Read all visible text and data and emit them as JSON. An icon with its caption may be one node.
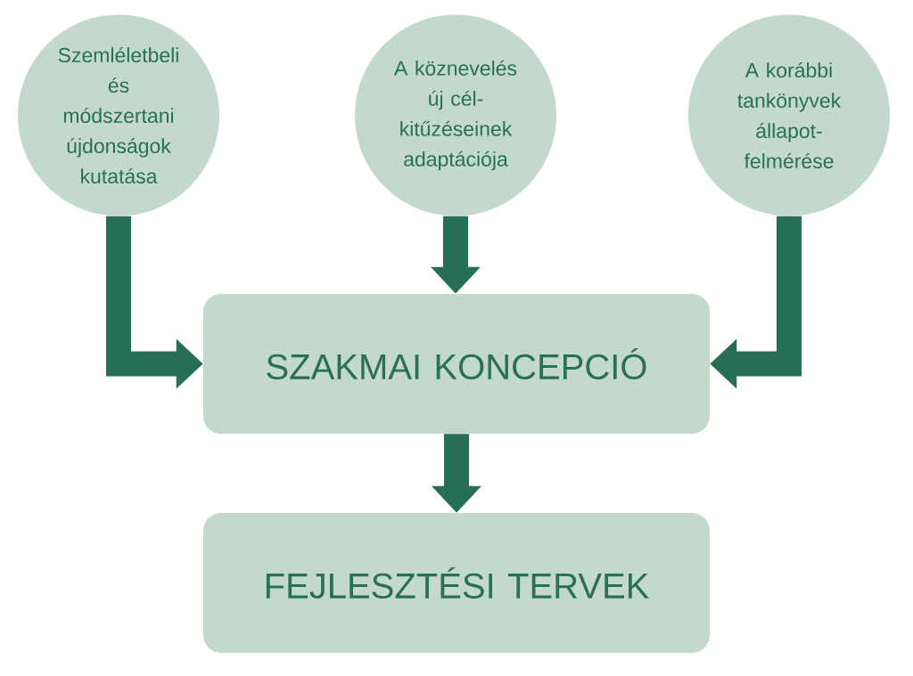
{
  "diagram": {
    "nodes": [
      {
        "text": [
          "Szemléletbeli és módszertani újdonságok kutatása"
        ]
      },
      {
        "text": [
          "A köznevelés új cél- kitűzéseinek adaptációja"
        ]
      },
      {
        "text": [
          "A korábbi tankönyvek állapot- felmérése"
        ]
      },
      {
        "text": [
          "SZAKMAI KONCEPCIÓ"
        ]
      },
      {
        "text": [
          "FEJLESZTÉSI TERVEK"
        ]
      }
    ],
    "edges": [
      {
        "from": 0,
        "to": 3,
        "arrow": "to"
      },
      {
        "from": 1,
        "to": 3,
        "arrow": "to"
      },
      {
        "from": 2,
        "to": 3,
        "arrow": "to"
      },
      {
        "from": 3,
        "to": 4,
        "arrow": "to"
      }
    ]
  }
}
